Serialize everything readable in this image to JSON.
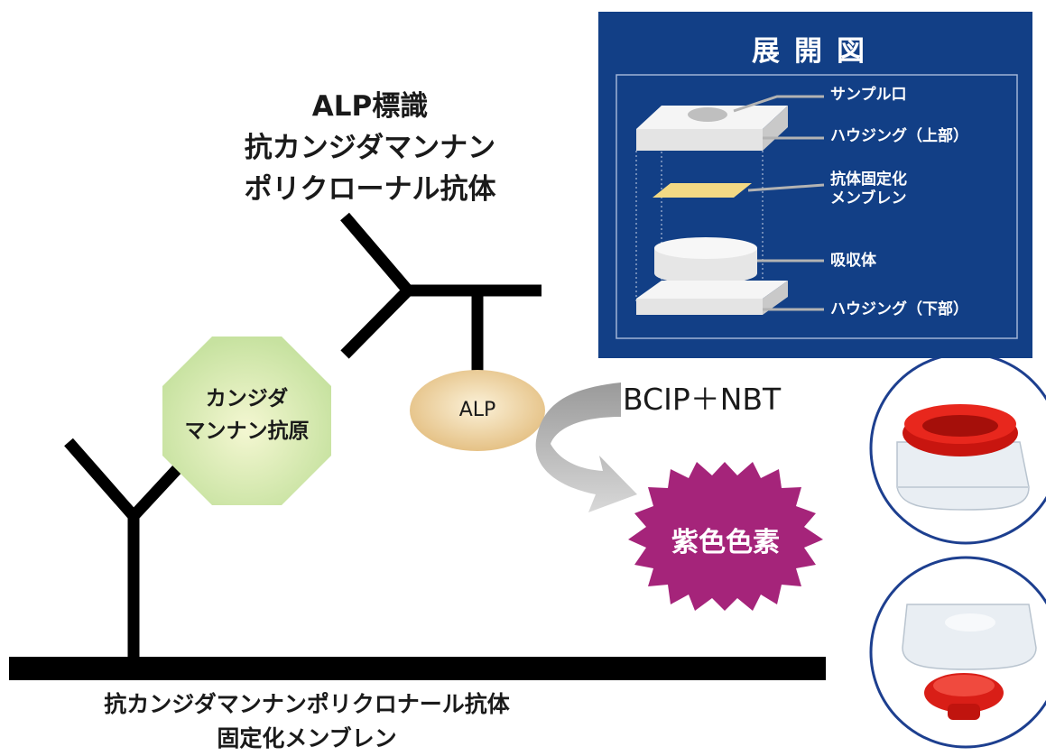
{
  "antibody_label": {
    "line1": "ALP標識",
    "line2": "抗カンジダマンナン",
    "line3": "ポリクローナル抗体"
  },
  "antigen_label": {
    "line1": "カンジダ",
    "line2": "マンナン抗原"
  },
  "enzyme_label": "ALP",
  "substrate_label": "BCIP＋NBT",
  "product_label": "紫色色素",
  "membrane_label": {
    "line1": "抗カンジダマンナンポリクロナール抗体",
    "line2": "固定化メンブレン"
  },
  "exploded_view": {
    "title": "展開図",
    "parts": {
      "sample_port": "サンプル口",
      "housing_upper": "ハウジング（上部）",
      "membrane_line1": "抗体固定化",
      "membrane_line2": "メンブレン",
      "absorber": "吸収体",
      "housing_lower": "ハウジング（下部）"
    }
  },
  "colors": {
    "panel_bg": "#123f86",
    "antigen_fill": "#cfe6a8",
    "enzyme_fill": "#e8c68c",
    "product_fill": "#a5247a",
    "device_red": "#e0201b",
    "circle_border": "#1d3f8f"
  }
}
